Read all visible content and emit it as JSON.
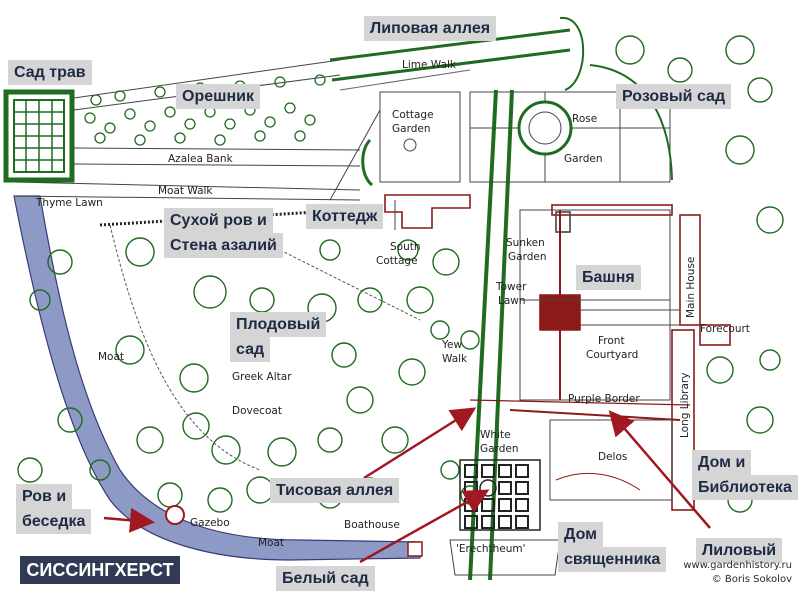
{
  "labels": {
    "sad_trav": "Сад трав",
    "lipovaya_alleya": "Липовая аллея",
    "oreshnik": "Орешник",
    "rozovy_sad": "Розовый сад",
    "sukhoy_rov_1": "Сухой ров и",
    "sukhoy_rov_2": "Стена азалий",
    "kottedzh": "Коттедж",
    "bashnya": "Башня",
    "plodovy_sad_1": "Плодовый",
    "plodovy_sad_2": "сад",
    "rov_1": "Ров и",
    "rov_2": "беседка",
    "tisovaya_alleya": "Тисовая аллея",
    "dom_1": "Дом и",
    "dom_2": "Библиотека",
    "bely_sad": "Белый сад",
    "dom_svyashchennika_1": "Дом",
    "dom_svyashchennika_2": "священника",
    "lilovy": "Лиловый"
  },
  "plan_labels": {
    "lime_walk": "Lime Walk",
    "cottage_garden_1": "Cottage",
    "cottage_garden_2": "Garden",
    "rose": "Rose",
    "garden": "Garden",
    "azalea_bank": "Azalea Bank",
    "moat_walk": "Moat Walk",
    "thyme_lawn": "Thyme Lawn",
    "south_cottage_1": "South",
    "south_cottage_2": "Cottage",
    "sunken_garden_1": "Sunken",
    "sunken_garden_2": "Garden",
    "tower_lawn_1": "Tower",
    "tower_lawn_2": "Lawn",
    "main_house": "Main House",
    "forecourt": "Forecourt",
    "front_courtyard_1": "Front",
    "front_courtyard_2": "Courtyard",
    "yew_walk_1": "Yew",
    "yew_walk_2": "Walk",
    "moat_left": "Moat",
    "greek_altar": "Greek Altar",
    "dovecoat": "Dovecoat",
    "purple_border": "Purple Border",
    "long_library": "Long Library",
    "white_garden_1": "White",
    "white_garden_2": "Garden",
    "delos": "Delos",
    "gazebo": "Gazebo",
    "boathouse": "Boathouse",
    "moat_bottom": "Moat",
    "erechtheum": "'Erechtheum'"
  },
  "title": "СИССИНГХЕРСТ",
  "credit": {
    "site": "www.gardenhistory.ru",
    "author": "© Boris Sokolov"
  },
  "colors": {
    "label_bg": "#d5d5d5",
    "label_text": "#1f2a44",
    "title_bg": "#303a55",
    "moat": "#8e9ac6",
    "arrow": "#a01822",
    "tree": "#1f6b1f",
    "building": "#8c1a1a"
  }
}
